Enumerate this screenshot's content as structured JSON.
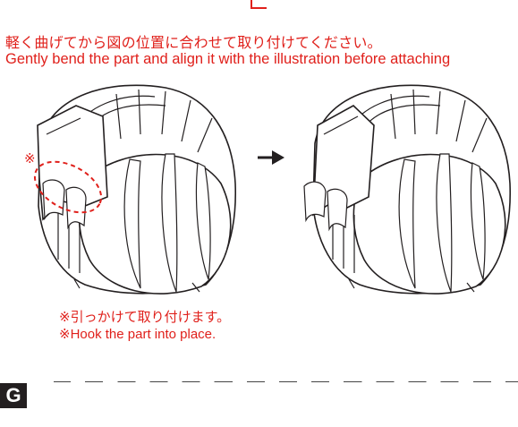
{
  "instruction": {
    "jp": "軽く曲げてから図の位置に合わせて取り付けてください。",
    "en": "Gently bend the part and align it with the illustration before attaching"
  },
  "callout_mark": "※",
  "note": {
    "jp": "※引っかけて取り付けます。",
    "en": "※Hook the part into place."
  },
  "section": {
    "label": "G"
  },
  "colors": {
    "accent": "#e0201b",
    "line": "#231f20"
  }
}
